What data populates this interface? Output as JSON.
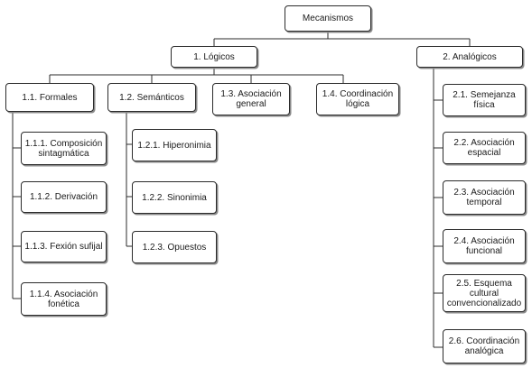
{
  "diagram": {
    "root": "Mecanismos",
    "branches": [
      {
        "label": "1. Lógicos",
        "children": [
          {
            "label": "1.1. Formales",
            "children": [
              "1.1.1. Composición\nsintagmática",
              "1.1.2. Derivación",
              "1.1.3. Fexión sufijal",
              "1.1.4. Asociación\nfonética"
            ]
          },
          {
            "label": "1.2. Semánticos",
            "children": [
              "1.2.1. Hiperonimia",
              "1.2.2. Sinonimia",
              "1.2.3. Opuestos"
            ]
          },
          {
            "label": "1.3. Asociación\ngeneral",
            "children": []
          },
          {
            "label": "1.4. Coordinación\nlógica",
            "children": []
          }
        ]
      },
      {
        "label": "2. Analógicos",
        "children": [
          "2.1. Semejanza\nfísica",
          "2.2. Asociación\nespacial",
          "2.3. Asociación\ntemporal",
          "2.4. Asociación\nfuncional",
          "2.5. Esquema\ncultural\nconvencionalizado",
          "2.6. Coordinación\nanalógica"
        ]
      }
    ]
  }
}
